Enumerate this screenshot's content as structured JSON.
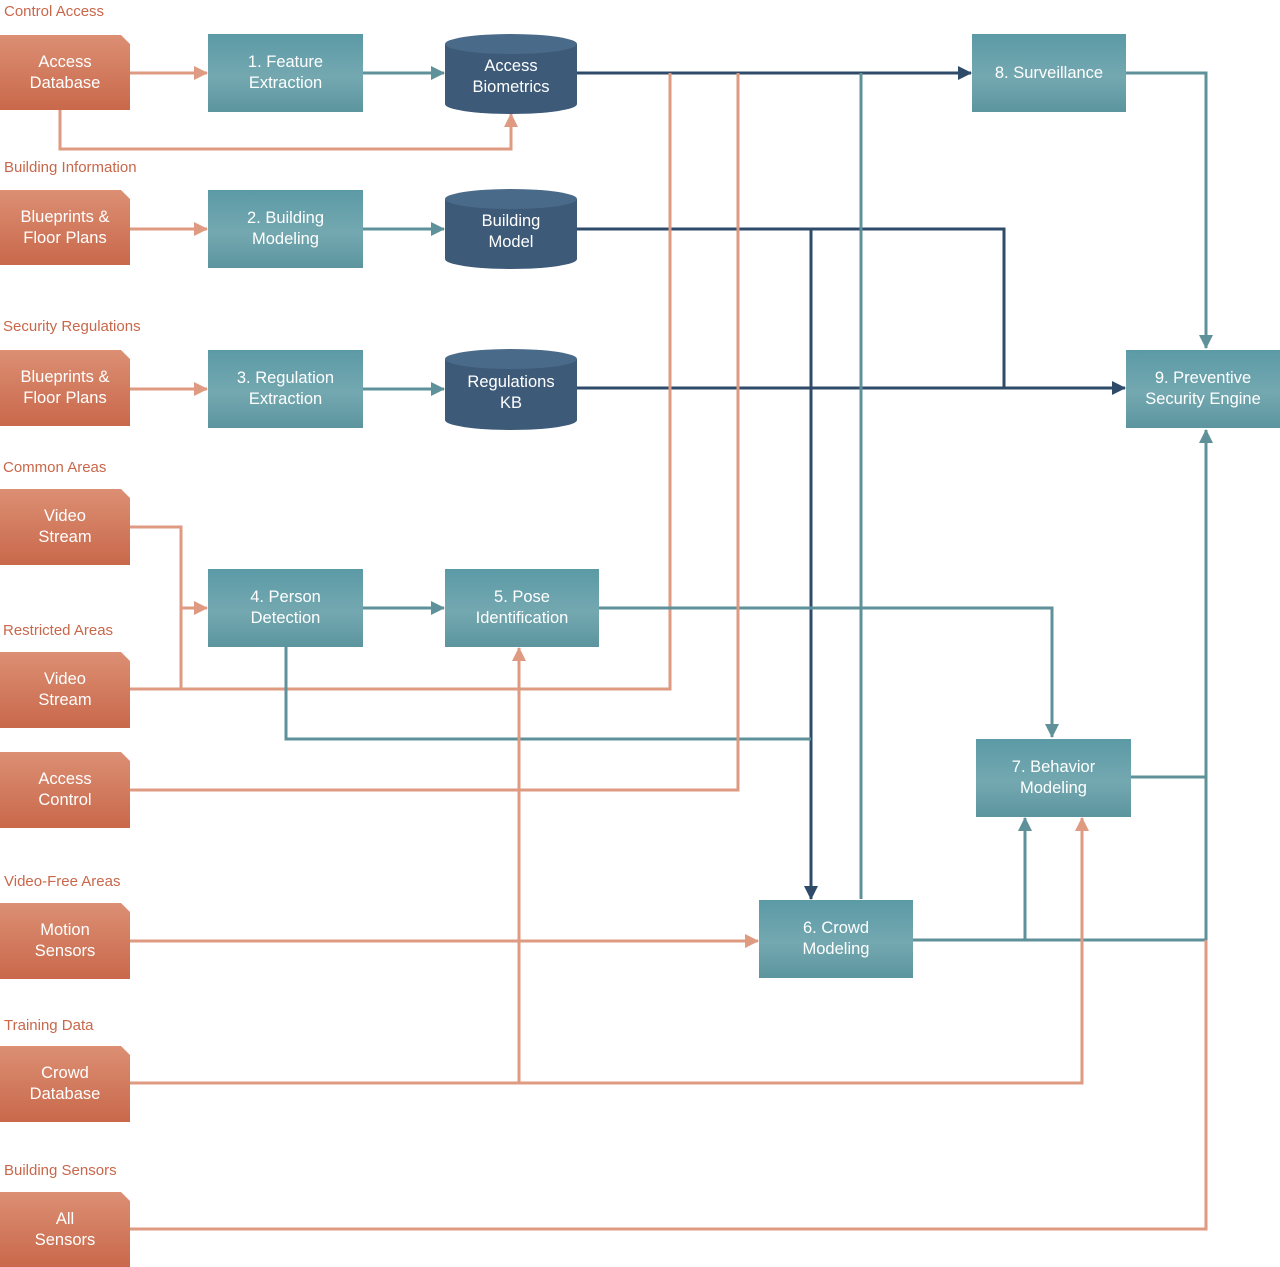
{
  "colors": {
    "source": "#c9684b",
    "process": "#5b9aa6",
    "database": "#3b5875",
    "edge_salmon": "#df9a82",
    "edge_teal": "#5e9199",
    "edge_navy": "#2f4b6a"
  },
  "groups": {
    "control_access": "Control Access",
    "building_information": "Building Information",
    "security_regulations": "Security Regulations",
    "common_areas": "Common Areas",
    "restricted_areas": "Restricted Areas",
    "video_free_areas": "Video-Free Areas",
    "training_data": "Training Data",
    "building_sensors": "Building Sensors"
  },
  "sources": {
    "access_database": "Access\nDatabase",
    "blueprints_1": "Blueprints &\nFloor Plans",
    "blueprints_2": "Blueprints &\nFloor Plans",
    "video_stream_common": "Video\nStream",
    "video_stream_restricted": "Video\nStream",
    "access_control": "Access\nControl",
    "motion_sensors": "Motion\nSensors",
    "crowd_database": "Crowd\nDatabase",
    "all_sensors": "All\nSensors"
  },
  "processes": {
    "feature_extraction": "1. Feature\nExtraction",
    "building_modeling": "2. Building\nModeling",
    "regulation_extraction": "3. Regulation\nExtraction",
    "person_detection": "4. Person\nDetection",
    "pose_identification": "5. Pose\nIdentification",
    "crowd_modeling": "6. Crowd\nModeling",
    "behavior_modeling": "7. Behavior\nModeling",
    "surveillance": "8. Surveillance",
    "preventive_engine": "9. Preventive\nSecurity Engine"
  },
  "databases": {
    "access_biometrics": "Access\nBiometrics",
    "building_model": "Building\nModel",
    "regulations_kb": "Regulations\nKB"
  }
}
